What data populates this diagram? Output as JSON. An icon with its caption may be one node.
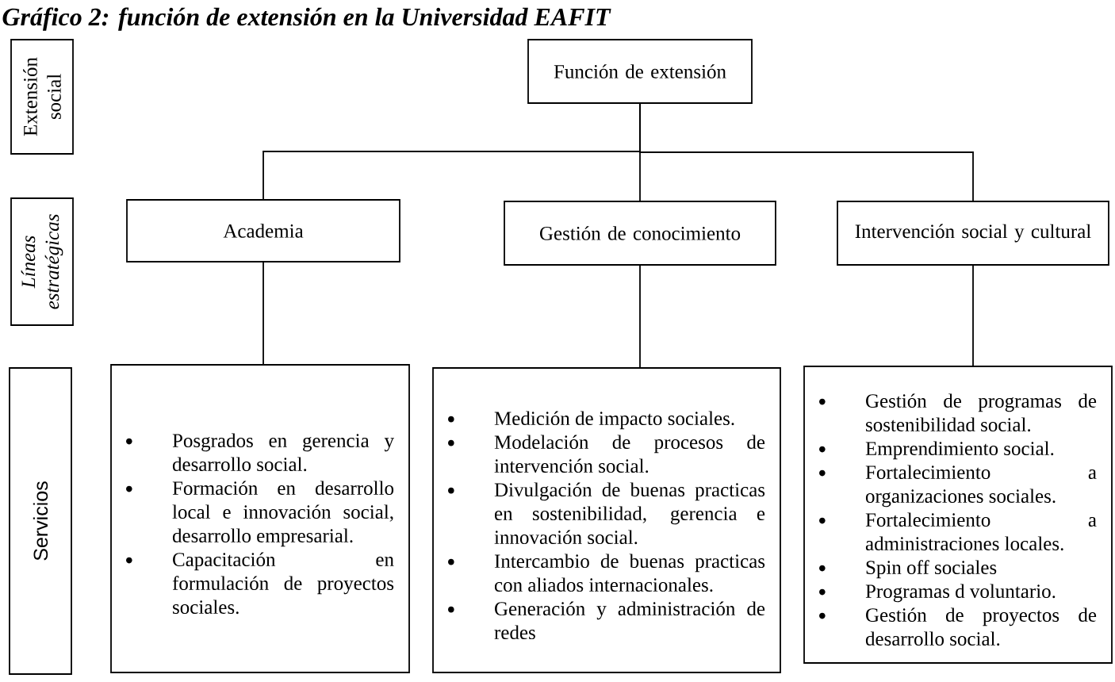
{
  "diagram": {
    "title": "Gráfico 2: función de extensión en la Universidad EAFIT",
    "nodes": [
      {
        "text": [
          "Extensión social"
        ]
      },
      {
        "text": [
          "Función de extensión"
        ]
      },
      {
        "text": [
          "Líneas estratégicas"
        ]
      },
      {
        "text": [
          "Academia"
        ]
      },
      {
        "text": [
          "Gestión de conocimiento"
        ]
      },
      {
        "text": [
          "Intervención social y cultural"
        ]
      },
      {
        "text": [
          "Servicios"
        ]
      },
      {
        "text": [
          "Posgrados en gerencia y desarrollo social.",
          "Formación en desarrollo local e innovación social, desarrollo empresarial.",
          "Capacitación en formulación de proyectos sociales."
        ]
      },
      {
        "text": [
          "Medición de impacto sociales.",
          "Modelación de procesos de intervención social.",
          "Divulgación de buenas practicas en sostenibilidad, gerencia e innovación social.",
          "Intercambio de buenas practicas con aliados internacionales.",
          "Generación y administración de redes"
        ]
      },
      {
        "text": [
          "Gestión de programas de sostenibilidad social.",
          "Emprendimiento social.",
          "Fortalecimiento a organizaciones sociales.",
          "Fortalecimiento a administraciones locales.",
          "Spin off sociales",
          "Programas d voluntario.",
          "Gestión de proyectos de desarrollo social."
        ]
      }
    ],
    "edges": [
      {
        "from": 1,
        "to": 3,
        "arrow": "none"
      },
      {
        "from": 1,
        "to": 4,
        "arrow": "none"
      },
      {
        "from": 1,
        "to": 5,
        "arrow": "none"
      },
      {
        "from": 3,
        "to": 7,
        "arrow": "none"
      },
      {
        "from": 4,
        "to": 8,
        "arrow": "none"
      },
      {
        "from": 5,
        "to": 9,
        "arrow": "none"
      }
    ]
  }
}
